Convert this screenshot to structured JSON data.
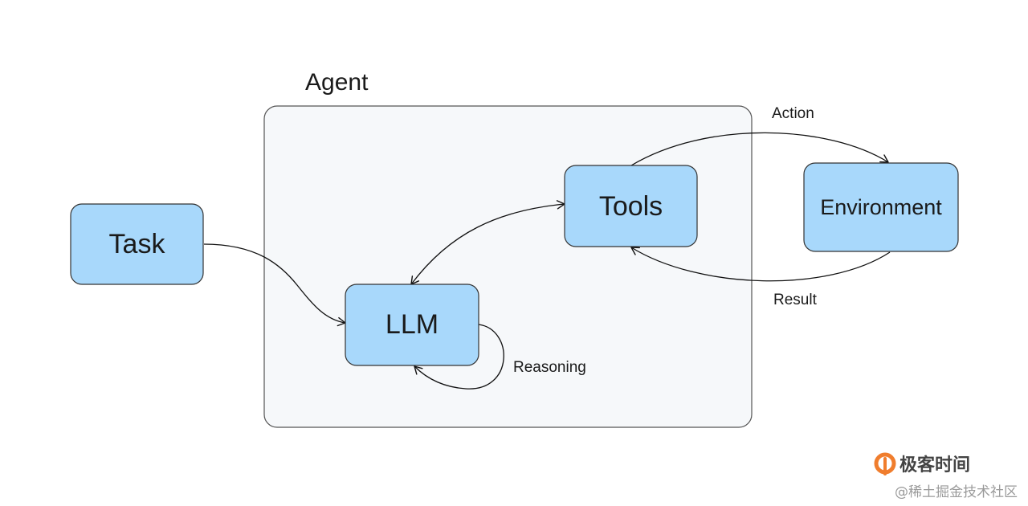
{
  "diagram": {
    "container": {
      "label": "Agent"
    },
    "nodes": {
      "task": "Task",
      "llm": "LLM",
      "tools": "Tools",
      "environment": "Environment"
    },
    "edges": {
      "action": "Action",
      "result": "Result",
      "reasoning": "Reasoning"
    }
  },
  "watermark": {
    "brand": "极客时间",
    "community": "@稀土掘金技术社区"
  },
  "colors": {
    "node_fill": "#a8d8fb",
    "node_stroke": "#333333",
    "container_fill": "#f6f8fa",
    "container_stroke": "#555555",
    "brand_orange": "#f07d2d"
  }
}
